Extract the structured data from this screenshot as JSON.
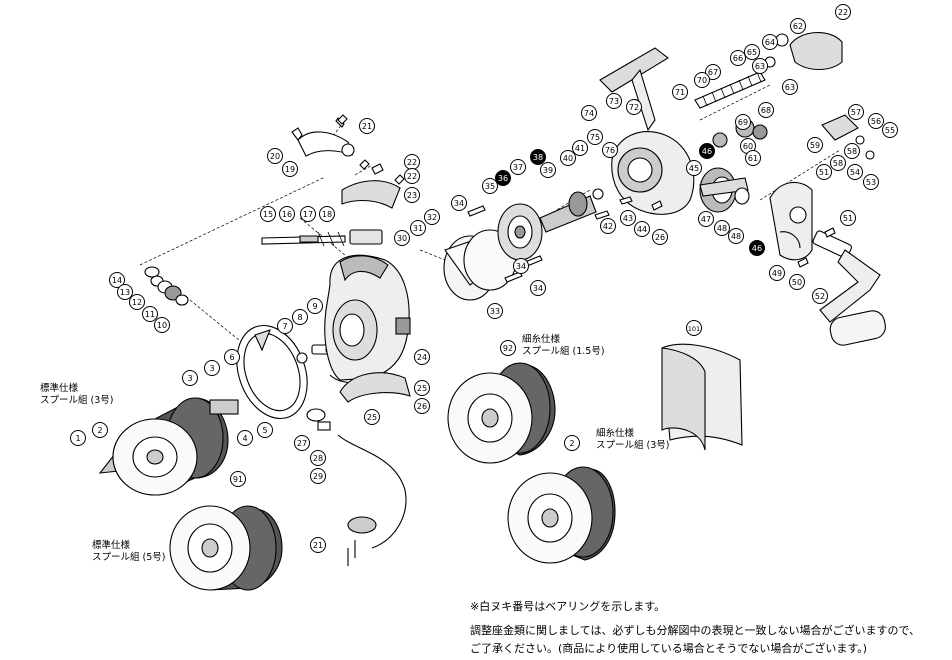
{
  "callouts": [
    {
      "n": "21",
      "bearing": false
    },
    {
      "n": "20",
      "bearing": false
    },
    {
      "n": "19",
      "bearing": false
    },
    {
      "n": "22",
      "bearing": false
    },
    {
      "n": "22",
      "bearing": false
    },
    {
      "n": "23",
      "bearing": false
    },
    {
      "n": "15",
      "bearing": false
    },
    {
      "n": "16",
      "bearing": false
    },
    {
      "n": "17",
      "bearing": false
    },
    {
      "n": "18",
      "bearing": false
    },
    {
      "n": "30",
      "bearing": false
    },
    {
      "n": "31",
      "bearing": false
    },
    {
      "n": "32",
      "bearing": false
    },
    {
      "n": "14",
      "bearing": false
    },
    {
      "n": "13",
      "bearing": false
    },
    {
      "n": "12",
      "bearing": false
    },
    {
      "n": "11",
      "bearing": false
    },
    {
      "n": "10",
      "bearing": false
    },
    {
      "n": "9",
      "bearing": false
    },
    {
      "n": "8",
      "bearing": false
    },
    {
      "n": "7",
      "bearing": false
    },
    {
      "n": "6",
      "bearing": false
    },
    {
      "n": "3",
      "bearing": false
    },
    {
      "n": "3",
      "bearing": false
    },
    {
      "n": "4",
      "bearing": false
    },
    {
      "n": "5",
      "bearing": false
    },
    {
      "n": "1",
      "bearing": false
    },
    {
      "n": "2",
      "bearing": false
    },
    {
      "n": "24",
      "bearing": false
    },
    {
      "n": "25",
      "bearing": false
    },
    {
      "n": "25",
      "bearing": false
    },
    {
      "n": "26",
      "bearing": false
    },
    {
      "n": "27",
      "bearing": false
    },
    {
      "n": "28",
      "bearing": false
    },
    {
      "n": "29",
      "bearing": false
    },
    {
      "n": "21",
      "bearing": false
    },
    {
      "n": "91",
      "bearing": false
    },
    {
      "n": "92",
      "bearing": false
    },
    {
      "n": "2",
      "bearing": false
    },
    {
      "n": "101",
      "bearing": false
    },
    {
      "n": "33",
      "bearing": false
    },
    {
      "n": "34",
      "bearing": false
    },
    {
      "n": "34",
      "bearing": false
    },
    {
      "n": "34",
      "bearing": false
    },
    {
      "n": "35",
      "bearing": false
    },
    {
      "n": "36",
      "bearing": true
    },
    {
      "n": "37",
      "bearing": false
    },
    {
      "n": "38",
      "bearing": true
    },
    {
      "n": "39",
      "bearing": false
    },
    {
      "n": "40",
      "bearing": false
    },
    {
      "n": "41",
      "bearing": false
    },
    {
      "n": "42",
      "bearing": false
    },
    {
      "n": "43",
      "bearing": false
    },
    {
      "n": "44",
      "bearing": false
    },
    {
      "n": "26",
      "bearing": false
    },
    {
      "n": "45",
      "bearing": false
    },
    {
      "n": "46",
      "bearing": true
    },
    {
      "n": "47",
      "bearing": false
    },
    {
      "n": "48",
      "bearing": false
    },
    {
      "n": "48",
      "bearing": false
    },
    {
      "n": "46",
      "bearing": true
    },
    {
      "n": "49",
      "bearing": false
    },
    {
      "n": "50",
      "bearing": false
    },
    {
      "n": "51",
      "bearing": false
    },
    {
      "n": "51",
      "bearing": false
    },
    {
      "n": "52",
      "bearing": false
    },
    {
      "n": "53",
      "bearing": false
    },
    {
      "n": "54",
      "bearing": false
    },
    {
      "n": "55",
      "bearing": false
    },
    {
      "n": "56",
      "bearing": false
    },
    {
      "n": "57",
      "bearing": false
    },
    {
      "n": "58",
      "bearing": false
    },
    {
      "n": "58",
      "bearing": false
    },
    {
      "n": "59",
      "bearing": false
    },
    {
      "n": "60",
      "bearing": false
    },
    {
      "n": "61",
      "bearing": false
    },
    {
      "n": "62",
      "bearing": false
    },
    {
      "n": "63",
      "bearing": false
    },
    {
      "n": "63",
      "bearing": false
    },
    {
      "n": "64",
      "bearing": false
    },
    {
      "n": "65",
      "bearing": false
    },
    {
      "n": "66",
      "bearing": false
    },
    {
      "n": "67",
      "bearing": false
    },
    {
      "n": "68",
      "bearing": false
    },
    {
      "n": "69",
      "bearing": false
    },
    {
      "n": "70",
      "bearing": false
    },
    {
      "n": "71",
      "bearing": false
    },
    {
      "n": "72",
      "bearing": false
    },
    {
      "n": "73",
      "bearing": false
    },
    {
      "n": "74",
      "bearing": false
    },
    {
      "n": "75",
      "bearing": false
    },
    {
      "n": "76",
      "bearing": false
    },
    {
      "n": "22",
      "bearing": false
    }
  ],
  "spool_labels": {
    "standard_3": [
      "標準仕様",
      "スプール組 (3号)"
    ],
    "standard_5": [
      "標準仕様",
      "スプール組 (5号)"
    ],
    "fine_15": [
      "細糸仕様",
      "スプール組 (1.5号)"
    ],
    "fine_3": [
      "細糸仕様",
      "スプール組 (3号)"
    ]
  },
  "notes": {
    "bearing_note": "※白ヌキ番号はベアリングを示します。",
    "disclaimer_line1": "調整座金類に関しましては、必ずしも分解図中の表現と一致しない場合がございますので、",
    "disclaimer_line2": "ご了承ください。(商品により使用している場合とそうでない場合がございます。)"
  }
}
